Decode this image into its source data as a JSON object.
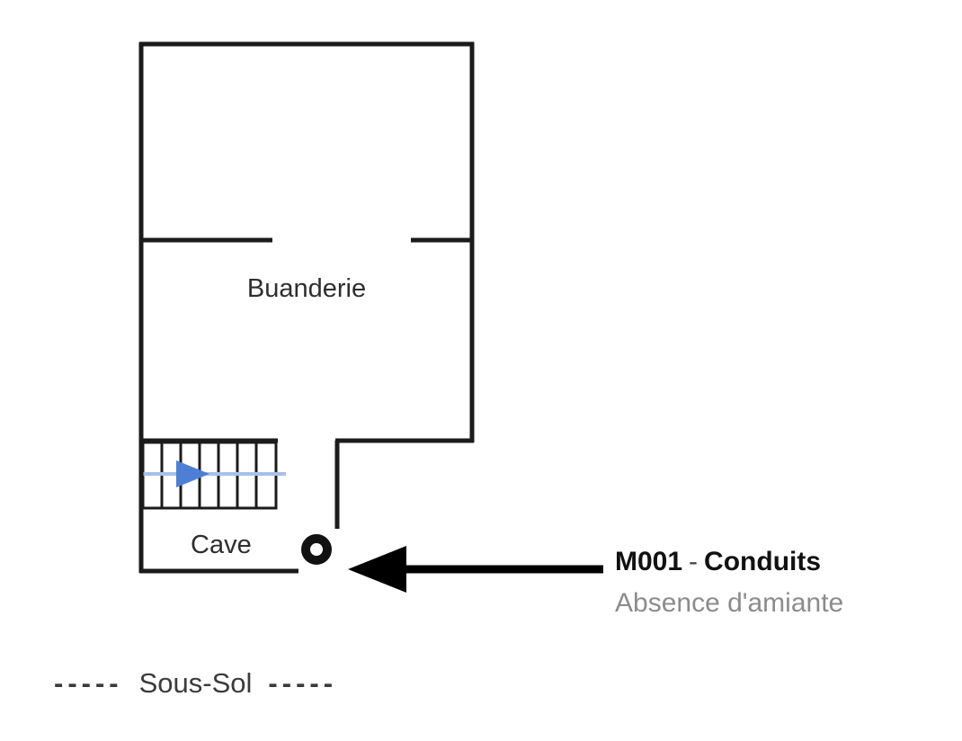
{
  "plan": {
    "rooms": {
      "buanderie_label": "Buanderie",
      "cave_label": "Cave"
    },
    "annotation": {
      "id": "M001",
      "separator": "-",
      "title": "Conduits",
      "subtitle": "Absence d'amiante"
    },
    "legend": {
      "dash_left": "-----",
      "label": "Sous-Sol",
      "dash_right": "-----"
    },
    "colors": {
      "wall": "#1b1b1b",
      "direction_arrow_blue": "#4e7fd6",
      "direction_line_blue": "#a8c0ea",
      "subtitle_gray": "#8c8c8c",
      "pointer_black": "#000000"
    },
    "icons": {
      "marker": "marker-dot-icon",
      "pointer": "pointer-arrow-left-icon",
      "direction": "direction-arrow-right-icon"
    }
  }
}
